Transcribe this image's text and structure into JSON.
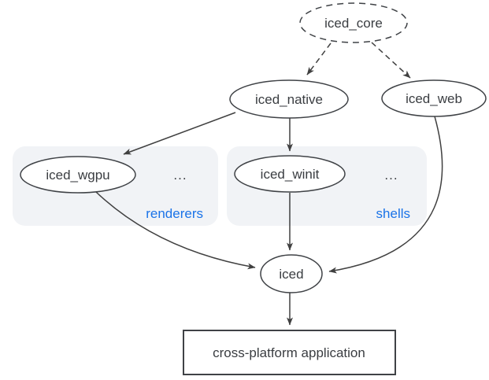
{
  "diagram": {
    "nodes": {
      "iced_core": {
        "label": "iced_core",
        "shape": "ellipse",
        "border": "dashed"
      },
      "iced_native": {
        "label": "iced_native",
        "shape": "ellipse",
        "border": "solid"
      },
      "iced_web": {
        "label": "iced_web",
        "shape": "ellipse",
        "border": "solid"
      },
      "iced_wgpu": {
        "label": "iced_wgpu",
        "shape": "ellipse",
        "border": "solid"
      },
      "iced_winit": {
        "label": "iced_winit",
        "shape": "ellipse",
        "border": "solid"
      },
      "iced": {
        "label": "iced",
        "shape": "ellipse",
        "border": "solid"
      },
      "application": {
        "label": "cross-platform application",
        "shape": "rect",
        "border": "solid"
      }
    },
    "groups": {
      "renderers": {
        "label": "renderers",
        "more": "...",
        "members": [
          "iced_wgpu"
        ]
      },
      "shells": {
        "label": "shells",
        "more": "...",
        "members": [
          "iced_winit"
        ]
      }
    },
    "edges": [
      {
        "from": "iced_core",
        "to": "iced_native",
        "style": "dashed"
      },
      {
        "from": "iced_core",
        "to": "iced_web",
        "style": "dashed"
      },
      {
        "from": "iced_native",
        "to": "iced_wgpu",
        "style": "solid"
      },
      {
        "from": "iced_native",
        "to": "iced_winit",
        "style": "solid"
      },
      {
        "from": "iced_wgpu",
        "to": "iced",
        "style": "solid"
      },
      {
        "from": "iced_winit",
        "to": "iced",
        "style": "solid"
      },
      {
        "from": "iced_web",
        "to": "iced",
        "style": "solid"
      },
      {
        "from": "iced",
        "to": "application",
        "style": "solid"
      }
    ],
    "colors": {
      "node-stroke": "#3f4246",
      "node-fill": "#ffffff",
      "text-color": "#3a3d41",
      "group-fill": "#f1f3f6",
      "group-label": "#1a73e8",
      "edge-color": "#404040",
      "bg": "#ffffff"
    }
  }
}
